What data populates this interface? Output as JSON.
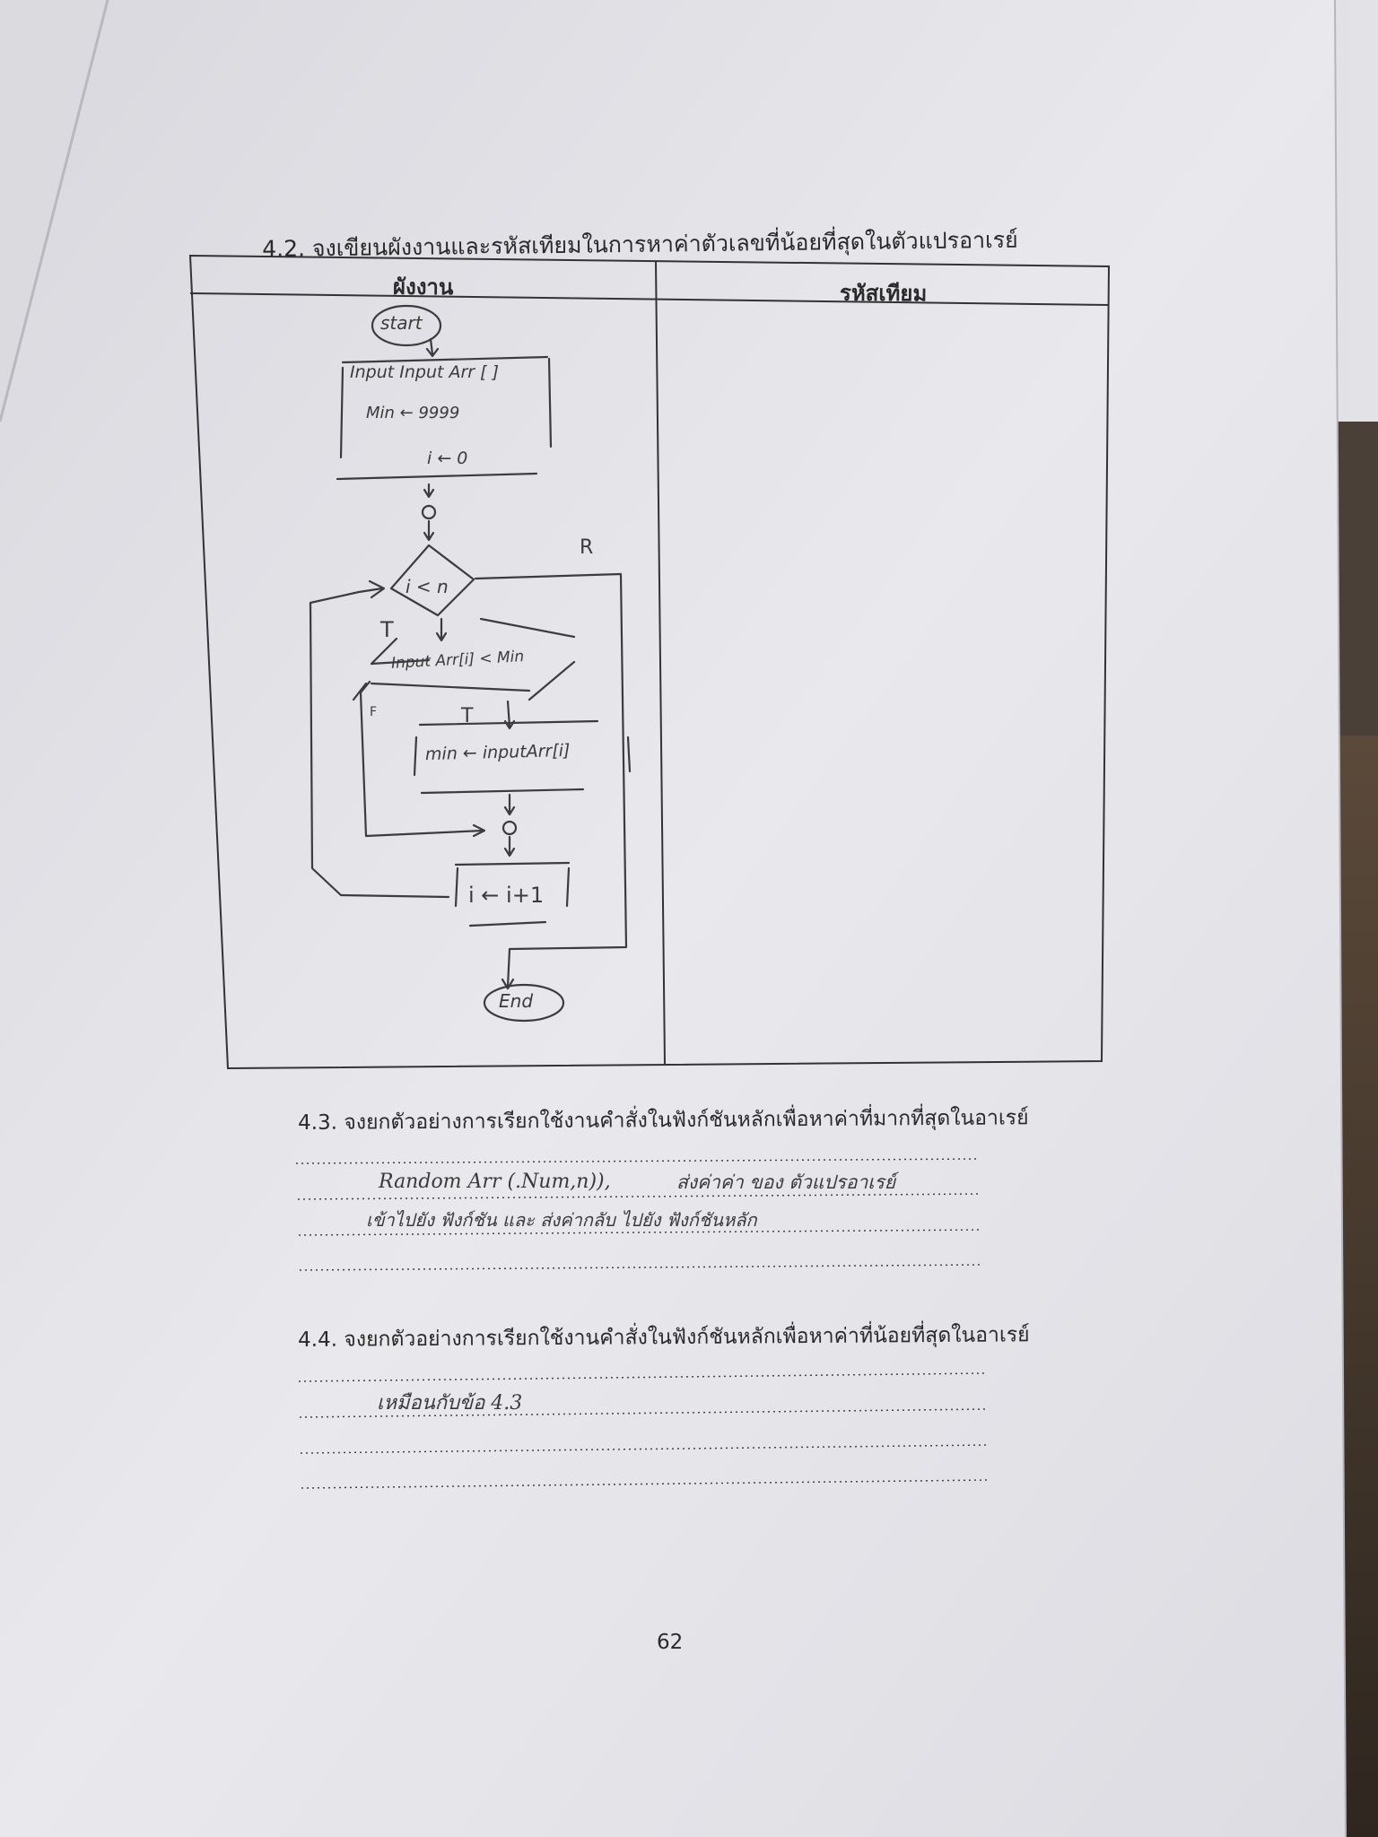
{
  "worksheet": {
    "q42": {
      "title": "4.2. จงเขียนผังงานและรหัสเทียมในการหาค่าตัวเลขที่น้อยที่สุดในตัวแปรอาเรย์",
      "col_flowchart": "ผังงาน",
      "col_pseudocode": "รหัสเทียม"
    },
    "flowchart": {
      "start": "start",
      "input_box": [
        "Input  Input Arr [ ]",
        "Min ← 9999",
        "i ← 0"
      ],
      "connector": "O",
      "loop_condition": "i < n",
      "false_label": "R",
      "true_label": "T",
      "inner_condition": "Input Arr[i] < Min",
      "inner_false_label": "F",
      "inner_true_label": "T",
      "assign_box": "min ← inputArr[i]",
      "connector2": "O",
      "increment_box": "i ← i+1",
      "end": "End"
    },
    "q43": {
      "title": "4.3. จงยกตัวอย่างการเรียกใช้งานคำสั่งในฟังก์ชันหลักเพื่อหาค่าที่มากที่สุดในอาเรย์",
      "answer_line1_part1": "Random Arr (.Num,n)),",
      "answer_line1_part2": "ส่งค่าค่า ของ ตัวแปรอาเรย์",
      "answer_line2": "เข้าไปยัง ฟังก์ชัน  และ ส่งค่ากลับ ไปยัง ฟังก์ชันหลัก"
    },
    "q44": {
      "title": "4.4. จงยกตัวอย่างการเรียกใช้งานคำสั่งในฟังก์ชันหลักเพื่อหาค่าที่น้อยที่สุดในอาเรย์",
      "answer_line1": "เหมือนกับข้อ  4.3"
    },
    "page_number": "62"
  },
  "colors": {
    "paper": "#e6e6ea",
    "paper_shadow": "#c9c9cf",
    "ink": "#2a2a2a",
    "pencil": "#3c3c3c",
    "background": "#3a342e"
  }
}
